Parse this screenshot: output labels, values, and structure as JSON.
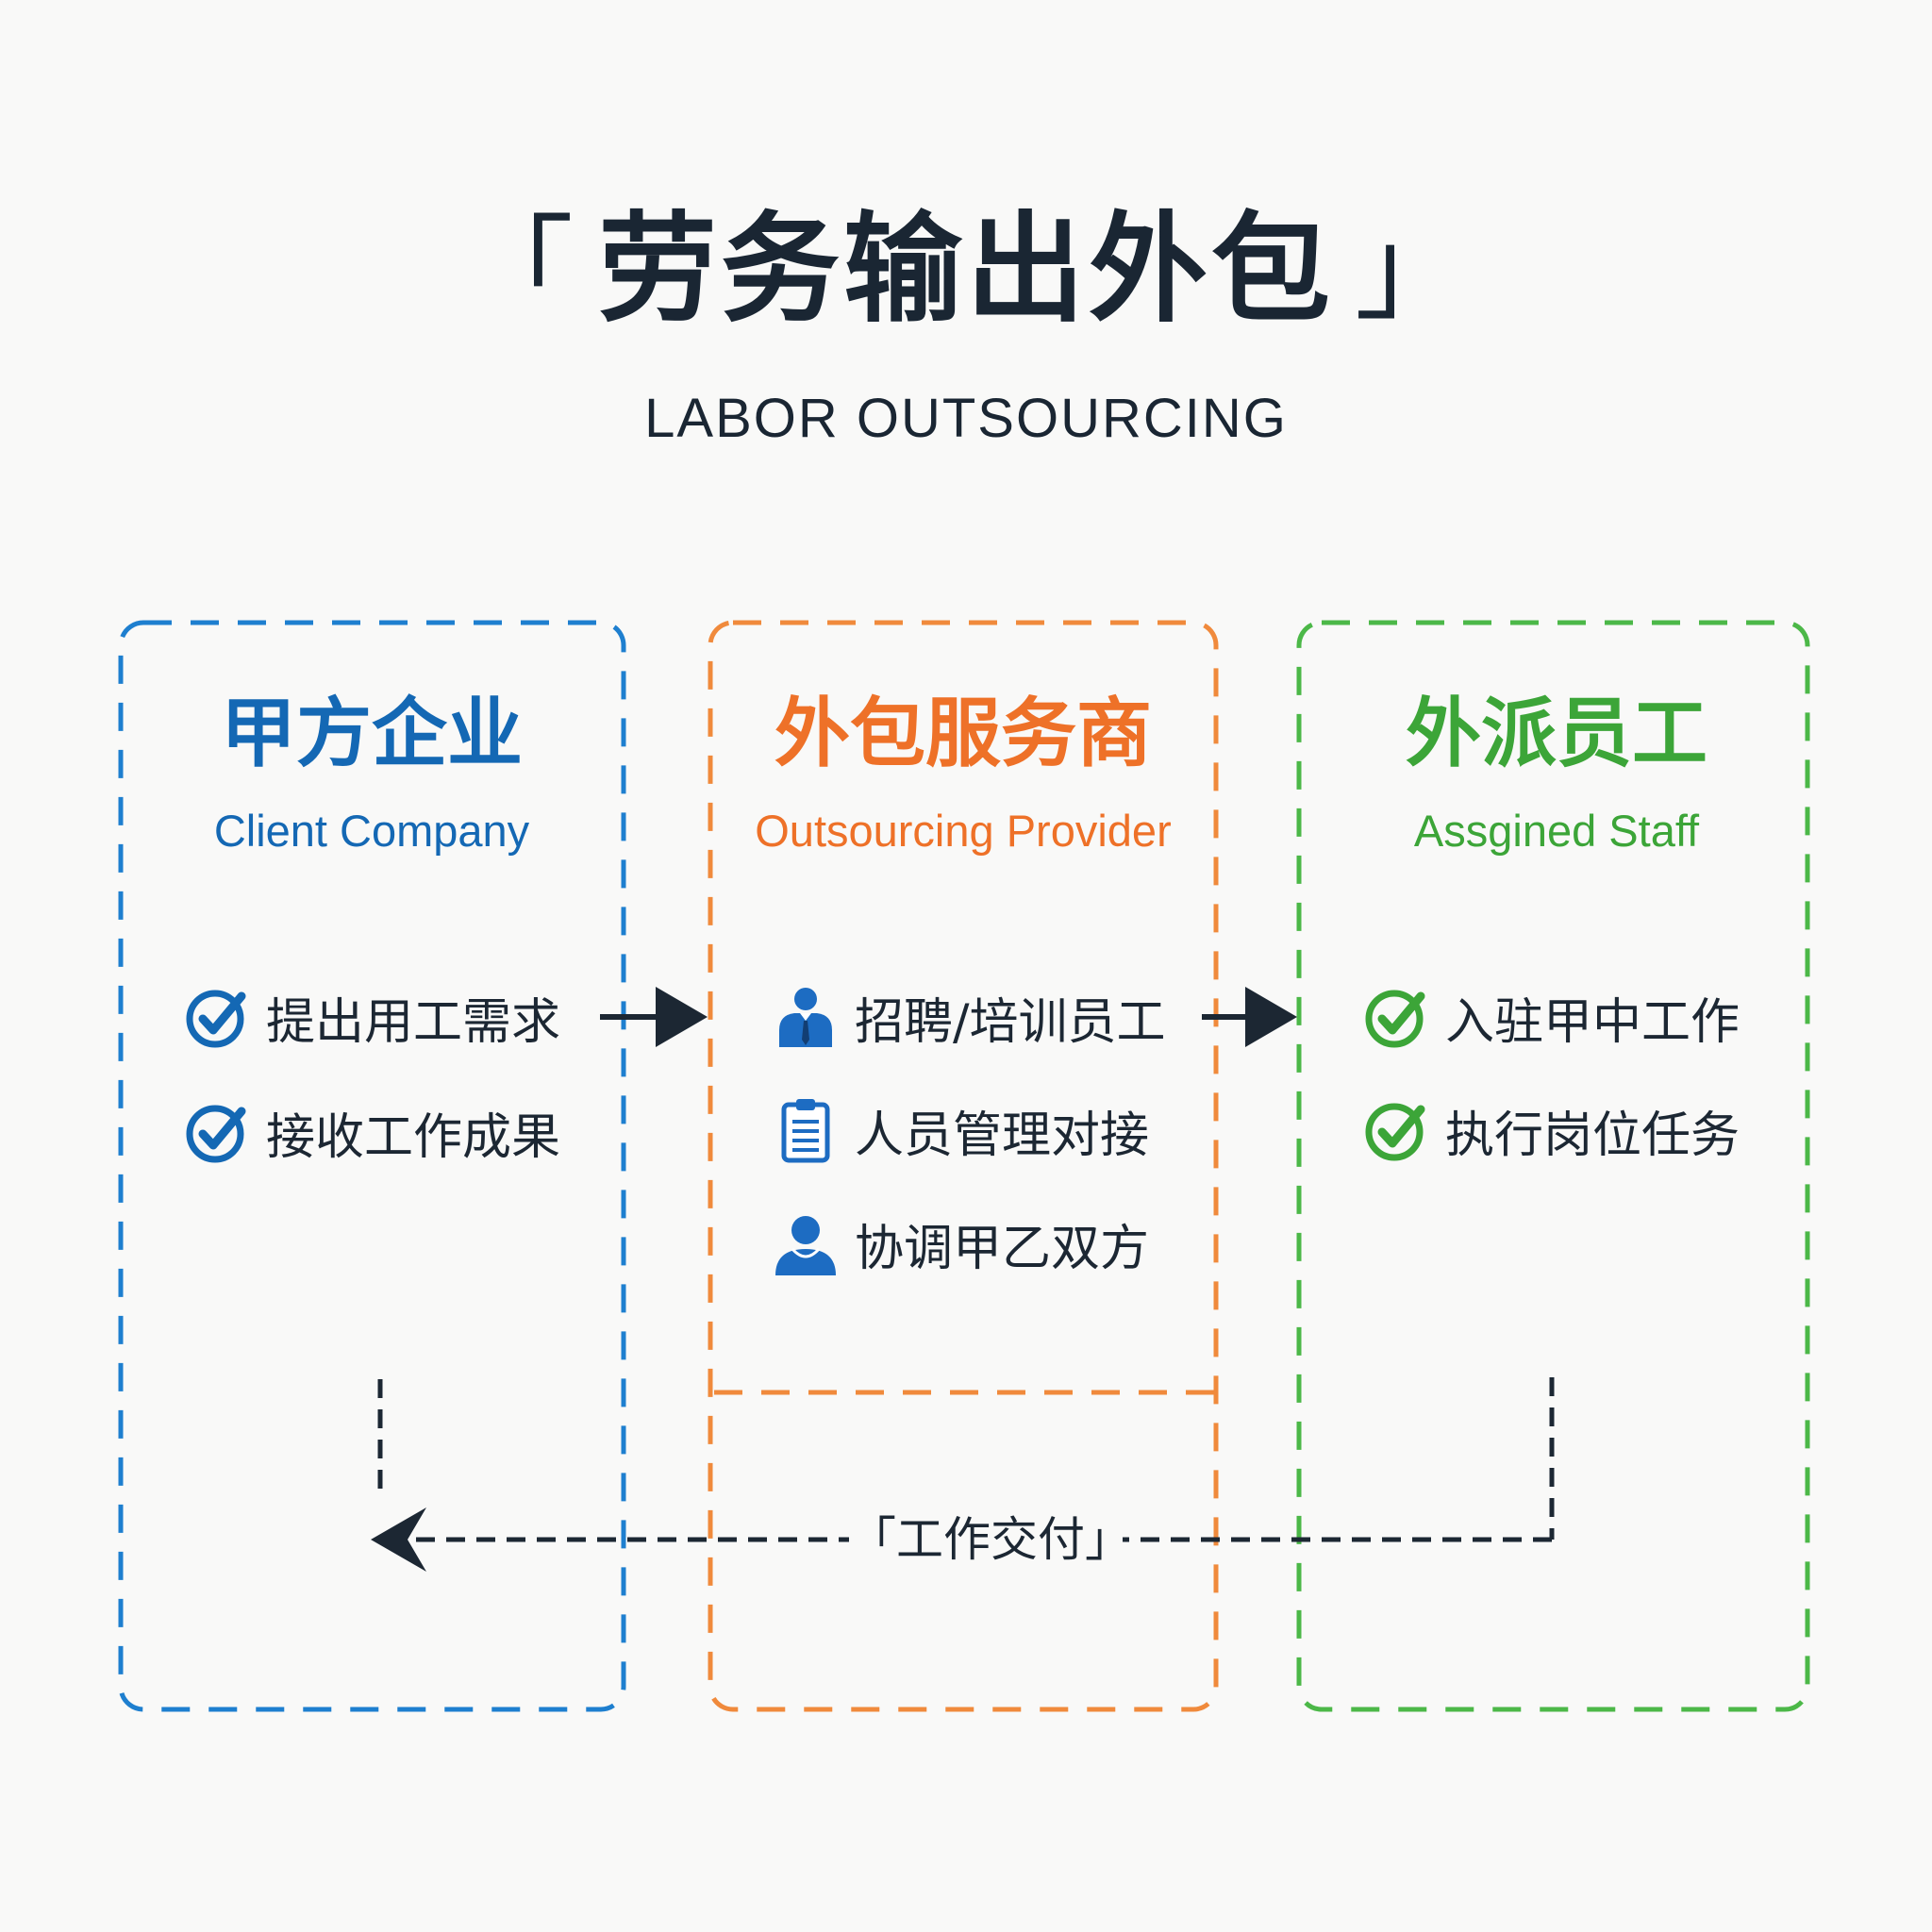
{
  "title": {
    "open_bracket": "「",
    "text": "劳务输出外包",
    "close_bracket": "」",
    "english": "LABOR OUTSOURCING"
  },
  "client": {
    "zh": "甲方企业",
    "en": "Client Company",
    "items": [
      "提出用工需求",
      "接收工作成果"
    ],
    "color": "#1468b4"
  },
  "provider": {
    "zh": "外包服务商",
    "en": "Outsourcing Provider",
    "items": [
      "招聘/培训员工",
      "人员管理对接",
      "协调甲乙双方"
    ],
    "color": "#ee7128"
  },
  "staff": {
    "zh": "外派员工",
    "en": "Assgined Staff",
    "items": [
      "入驻甲中工作",
      "执行岗位任务"
    ],
    "color": "#3ca538"
  },
  "delivery_label": "「工作交付」",
  "icons": {
    "client": "check-circle-icon",
    "provider": [
      "businessman-icon",
      "clipboard-icon",
      "person-icon"
    ],
    "staff": "check-circle-icon"
  }
}
